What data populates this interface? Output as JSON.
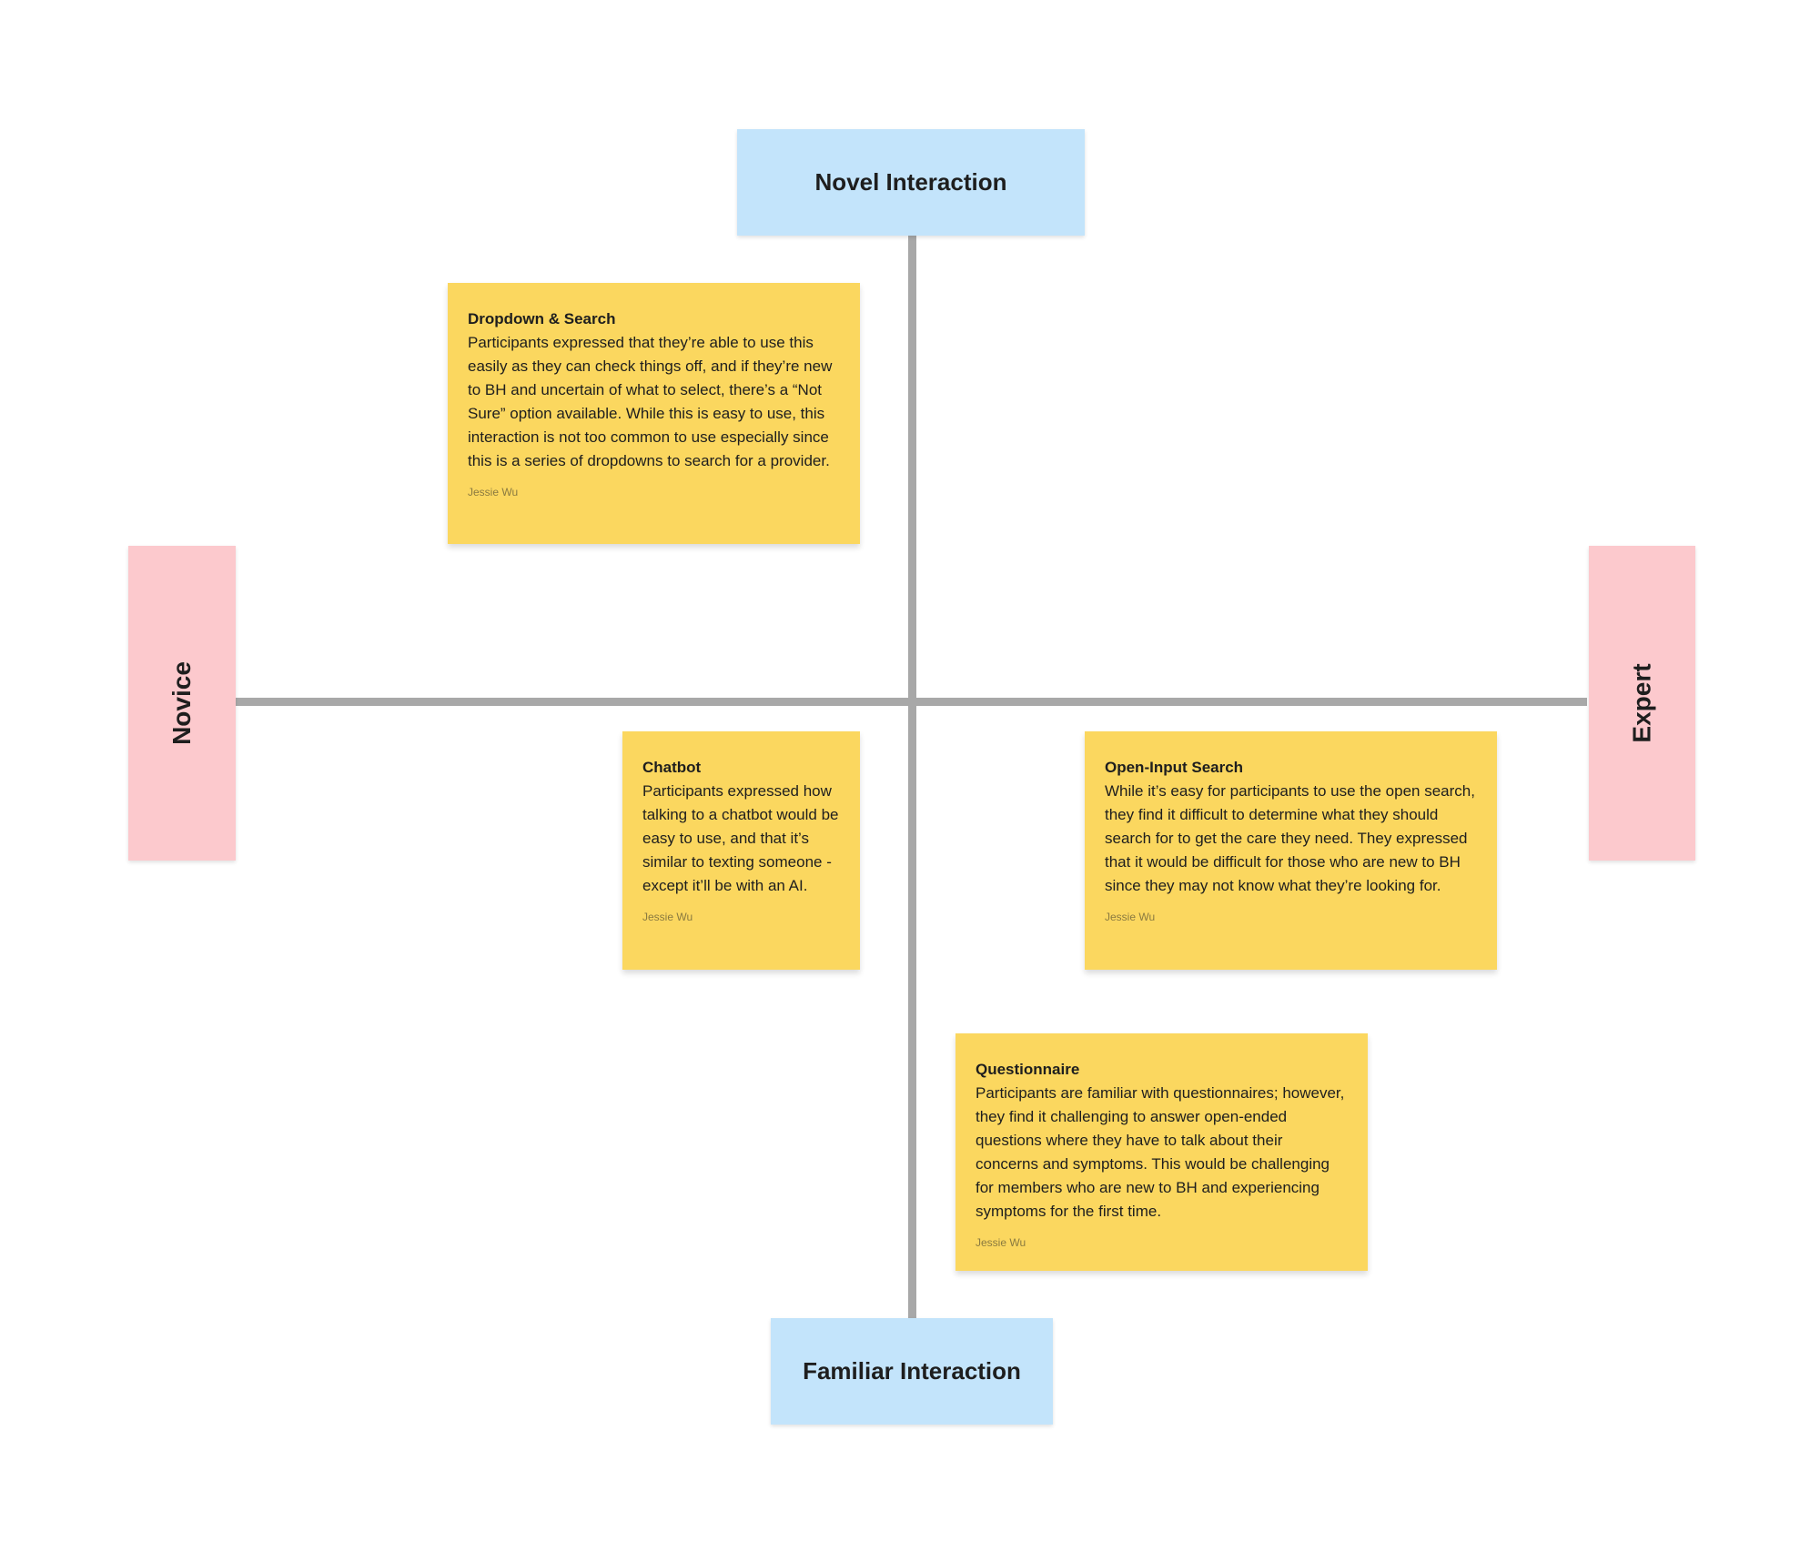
{
  "axes": {
    "top_label": "Novel Interaction",
    "bottom_label": "Familiar Interaction",
    "left_label": "Novice",
    "right_label": "Expert"
  },
  "colors": {
    "sticky": "#fbd75f",
    "axis_blue": "#c3e4fb",
    "axis_pink": "#fcc9cd",
    "line": "#a8a8a8"
  },
  "notes": [
    {
      "title": "Dropdown & Search",
      "body": "Participants expressed that they’re able to use this easily as they can check things off, and if they’re new to BH and uncertain of what to select, there’s a “Not Sure” option available. While this is easy to use, this interaction is not too common to use especially since this is a series of dropdowns to search for a provider.",
      "author": "Jessie Wu"
    },
    {
      "title": "Chatbot",
      "body": "Participants expressed how talking to a chatbot would be easy to use, and that it’s similar to texting someone - except it’ll be with an AI.",
      "author": "Jessie Wu"
    },
    {
      "title": "Open-Input Search",
      "body": "While it’s easy for participants to use the open search, they find it difficult to determine what they should search for to get the care they need. They expressed that it would be difficult for those who are new to BH since they may not know what they’re looking for.",
      "author": "Jessie Wu"
    },
    {
      "title": "Questionnaire",
      "body": "Participants are familiar with questionnaires; however, they find it challenging to answer open-ended questions where they have to talk about their concerns and symptoms. This would be challenging for members who are new to BH and experiencing symptoms for the first time.",
      "author": "Jessie Wu"
    }
  ]
}
